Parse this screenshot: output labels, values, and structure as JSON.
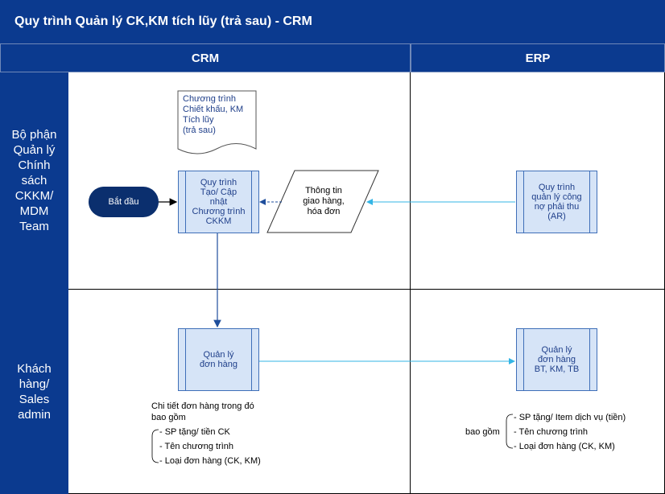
{
  "title": "Quy trình Quản lý CK,KM tích lũy (trả sau) - CRM",
  "columns": {
    "crm": "CRM",
    "erp": "ERP"
  },
  "lanes": {
    "lane1": "Bộ phận\nQuản lý\nChính\nsách\nCKKM/\nMDM\nTeam",
    "lane2": "Khách\nhàng/\nSales\nadmin"
  },
  "shapes": {
    "doc": "Chương trình\nChiết khấu, KM\nTích lũy\n(trả sau)",
    "start": "Bắt đầu",
    "create_program": "Quy trình\nTạo/ Cập\nnhật\nChương trình\nCKKM",
    "delivery_info": "Thông tin\ngiao hàng,\nhóa đơn",
    "ar_process": "Quy trình\nquản lý công\nnợ phải thu\n(AR)",
    "order_crm": "Quản lý\nđơn hàng",
    "order_erp": "Quản lý\nđơn hàng\nBT, KM, TB"
  },
  "notes": {
    "crm_intro_1": "Chi tiết đơn hàng trong đó",
    "crm_intro_2": "bao gồm",
    "crm_items": [
      "- SP tặng/ tiền CK",
      "- Tên chương trình",
      "- Loại đơn hàng (CK, KM)"
    ],
    "erp_intro": "bao gồm",
    "erp_items": [
      "- SP tặng/ Item dịch vụ (tiền)",
      "- Tên chương trình",
      "- Loại đơn hàng (CK, KM)"
    ]
  },
  "colors": {
    "header": "#0b3a8f",
    "process_fill": "#d6e4f7",
    "process_border": "#3f6fb8",
    "start_fill": "#0b2f6e",
    "flow_line": "#1f4e9c",
    "data_line": "#33b5e5"
  }
}
